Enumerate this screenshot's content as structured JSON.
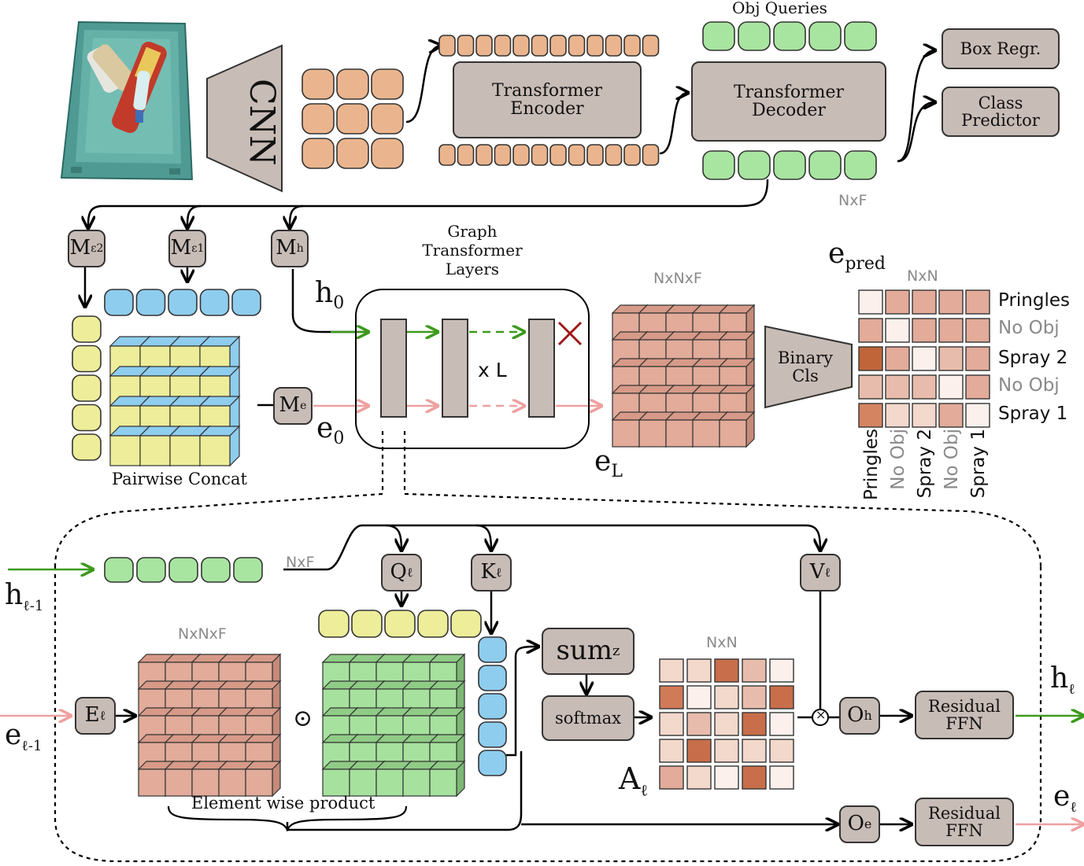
{
  "encoder_stage": {
    "cnn_label": "CNN",
    "encoder_label": "Transformer\nEncoder",
    "decoder_label": "Transformer\nDecoder",
    "obj_queries_label": "Obj Queries",
    "box_regr_label": "Box Regr.",
    "class_predictor_label": "Class\nPredictor",
    "decoder_out_dim": "NxF"
  },
  "middle": {
    "m_e2": {
      "base": "M",
      "sub": "ε2"
    },
    "m_e1": {
      "base": "M",
      "sub": "ε1"
    },
    "m_h": {
      "base": "M",
      "sub": "h"
    },
    "m_e": {
      "base": "M",
      "sub": "e"
    },
    "pairwise_label": "Pairwise Concat",
    "gt_label": "Graph\nTransformer\nLayers",
    "h0": {
      "base": "h",
      "sub": "0"
    },
    "e0": {
      "base": "e",
      "sub": "0"
    },
    "xl_label": "x L",
    "eL": {
      "base": "e",
      "sub": "L"
    },
    "cube_dim": "NxNxF",
    "binary_cls_label": "Binary\nCls",
    "epred": {
      "base": "e",
      "sub": "pred"
    },
    "matrix_dim": "NxN",
    "row_labels": [
      {
        "text": "Pringles",
        "muted": false
      },
      {
        "text": "No Obj",
        "muted": true
      },
      {
        "text": "Spray 2",
        "muted": false
      },
      {
        "text": "No Obj",
        "muted": true
      },
      {
        "text": "Spray 1",
        "muted": false
      }
    ],
    "col_labels": [
      {
        "text": "Pringles",
        "muted": false
      },
      {
        "text": "No Obj",
        "muted": true
      },
      {
        "text": "Spray 2",
        "muted": false
      },
      {
        "text": "No Obj",
        "muted": true
      },
      {
        "text": "Spray 1",
        "muted": false
      }
    ],
    "pred_matrix_colors": [
      [
        "#fbf0ec",
        "#e2ab9a",
        "#e2ab9a",
        "#e2ab9a",
        "#e2ab9a"
      ],
      [
        "#e2ab9a",
        "#fbf0ec",
        "#e2ab9a",
        "#e2ab9a",
        "#e2ab9a"
      ],
      [
        "#c0653a",
        "#e2ab9a",
        "#fbf0ec",
        "#e8bcac",
        "#e2ab9a"
      ],
      [
        "#e8bcac",
        "#e8bcac",
        "#e8bcac",
        "#fbf0ec",
        "#e2ab9a"
      ],
      [
        "#d58462",
        "#f3d8cc",
        "#f3d8cc",
        "#e2ab9a",
        "#fbf0ec"
      ]
    ]
  },
  "layer_detail": {
    "h_in": {
      "base": "h",
      "sub": "ℓ-1"
    },
    "e_in": {
      "base": "e",
      "sub": "ℓ-1"
    },
    "h_dim": "NxF",
    "q": {
      "base": "Q",
      "sub": "ℓ"
    },
    "k": {
      "base": "K",
      "sub": "ℓ"
    },
    "v": {
      "base": "V",
      "sub": "ℓ"
    },
    "e_proj": {
      "base": "E",
      "sub": "ℓ"
    },
    "cube_dim": "NxNxF",
    "hadamard": "⊙",
    "elementwise_label": "Element wise product",
    "sum": {
      "base": "sum",
      "sub": "z"
    },
    "softmax_label": "softmax",
    "attn_dim": "NxN",
    "attn": {
      "base": "A",
      "sub": "ℓ"
    },
    "times": "×",
    "o_h": {
      "base": "O",
      "sub": "h"
    },
    "o_e": {
      "base": "O",
      "sub": "e"
    },
    "ffn_label": "Residual\nFFN",
    "h_out": {
      "base": "h",
      "sub": "ℓ"
    },
    "e_out": {
      "base": "e",
      "sub": "ℓ"
    },
    "attn_matrix_colors": [
      [
        "#f3d8cc",
        "#f3d8cc",
        "#c86e4a",
        "#e8bcac",
        "#fbf0ec"
      ],
      [
        "#d07a58",
        "#fbf0ec",
        "#f3d8cc",
        "#e8bcac",
        "#c86e4a"
      ],
      [
        "#f3d8cc",
        "#e8bcac",
        "#f3d8cc",
        "#c86e4a",
        "#fbf0ec"
      ],
      [
        "#f3d8cc",
        "#c86e4a",
        "#f3d8cc",
        "#f3d8cc",
        "#f3d8cc"
      ],
      [
        "#e2ab9a",
        "#f3d8cc",
        "#fbf0ec",
        "#c86e4a",
        "#fbf0ec"
      ]
    ]
  },
  "colors": {
    "peach": "#eab58e",
    "green_token": "#a8e5a0",
    "green_arrow": "#3d9a1c",
    "pink_arrow": "#eea0a0",
    "yellow": "#eded9a",
    "blue": "#8ecdee",
    "box": "#c8bcb6",
    "cube": "#e2ab9a",
    "cube_green": "#a6e29e"
  }
}
